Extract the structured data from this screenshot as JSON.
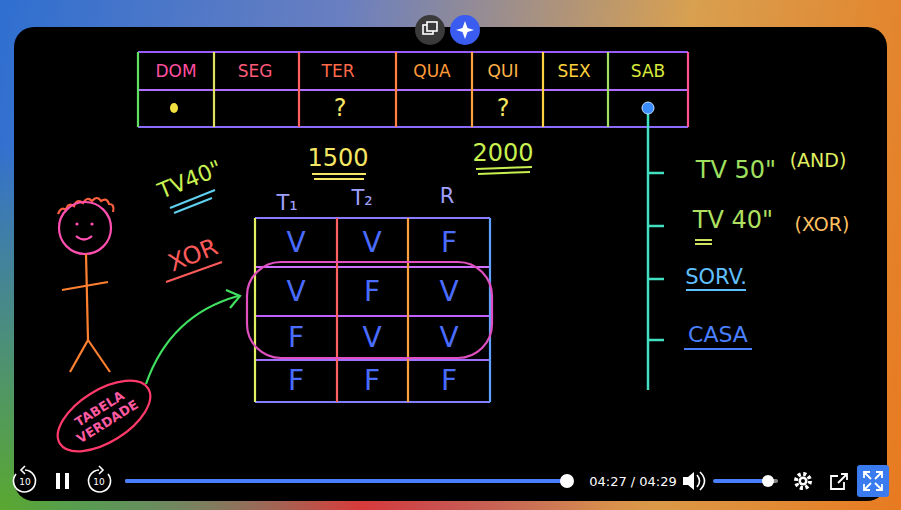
{
  "diagram": {
    "nodes": [
      {
        "text": [
          "TABELA VERDADE"
        ]
      }
    ],
    "labels": [
      "DOM",
      "SEG",
      "TER",
      "QUA",
      "QUI",
      "SEX",
      "SAB",
      "?",
      "?",
      "TV40\"",
      "1500",
      "2000",
      "XOR",
      "T₁",
      "T₂",
      "R",
      "V",
      "V",
      "F",
      "V",
      "F",
      "V",
      "F",
      "V",
      "V",
      "F",
      "F",
      "F",
      "TV 50\"",
      "(AND)",
      "TV 40\"",
      "(XOR)",
      "SORV.",
      "CASA",
      "10",
      "10",
      "04:27 / 04:29"
    ]
  }
}
